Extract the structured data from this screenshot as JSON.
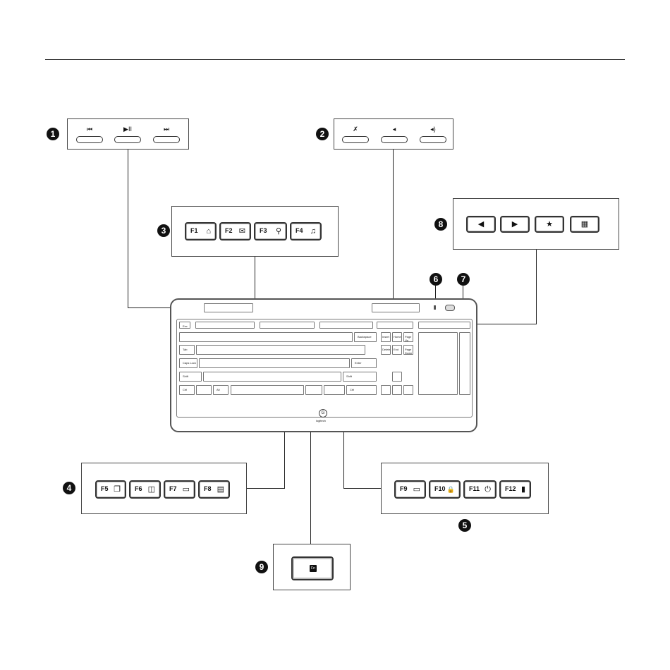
{
  "callouts": [
    {
      "num": "1"
    },
    {
      "num": "2"
    },
    {
      "num": "3"
    },
    {
      "num": "4"
    },
    {
      "num": "5"
    },
    {
      "num": "6"
    },
    {
      "num": "7"
    },
    {
      "num": "8"
    },
    {
      "num": "9"
    }
  ],
  "media_keys": {
    "group1": [
      {
        "icon": "previous-track-icon",
        "glyph": "⏮"
      },
      {
        "icon": "play-pause-icon",
        "glyph": "▶II"
      },
      {
        "icon": "next-track-icon",
        "glyph": "⏭"
      }
    ],
    "group2": [
      {
        "icon": "mute-icon",
        "glyph": "✗"
      },
      {
        "icon": "volume-down-icon",
        "glyph": "◂"
      },
      {
        "icon": "volume-up-icon",
        "glyph": "◂)"
      }
    ]
  },
  "fkeys": {
    "group3": [
      {
        "label": "F1",
        "icon": "home-icon",
        "glyph": "⌂"
      },
      {
        "label": "F2",
        "icon": "mail-icon",
        "glyph": "✉"
      },
      {
        "label": "F3",
        "icon": "search-icon",
        "glyph": "⚲"
      },
      {
        "label": "F4",
        "icon": "music-icon",
        "glyph": "♫"
      }
    ],
    "group4": [
      {
        "label": "F5",
        "icon": "windows-icon",
        "glyph": "❐"
      },
      {
        "label": "F6",
        "icon": "window-icon",
        "glyph": "◫"
      },
      {
        "label": "F7",
        "icon": "minimize-icon",
        "glyph": "▭"
      },
      {
        "label": "F8",
        "icon": "window-menu-icon",
        "glyph": "▤"
      }
    ],
    "group5": [
      {
        "label": "F9",
        "icon": "computer-icon",
        "glyph": "▭"
      },
      {
        "label": "F10",
        "icon": "lock-icon",
        "glyph": "🔒"
      },
      {
        "label": "F11",
        "icon": "power-icon",
        "glyph": "⏻"
      },
      {
        "label": "F12",
        "icon": "battery-icon",
        "glyph": "▮"
      }
    ]
  },
  "nav_keys": [
    {
      "icon": "back-icon",
      "glyph": "◀"
    },
    {
      "icon": "forward-icon",
      "glyph": "▶"
    },
    {
      "icon": "favorites-icon",
      "glyph": "★"
    },
    {
      "icon": "calculator-icon",
      "glyph": "▦"
    }
  ],
  "fn_key": {
    "label": "Fn"
  },
  "keyboard": {
    "esc": "Esc",
    "backspace": "Backspace",
    "enter": "Enter",
    "shift": "Shift",
    "ctrl": "Ctrl",
    "alt": "Alt",
    "caps": "Caps Lock",
    "tab": "Tab",
    "insert": "Insert",
    "home": "Home",
    "pgup": "Page Up",
    "delete": "Delete",
    "end": "End",
    "pgdn": "Page Down",
    "logo_text": "logitech"
  }
}
